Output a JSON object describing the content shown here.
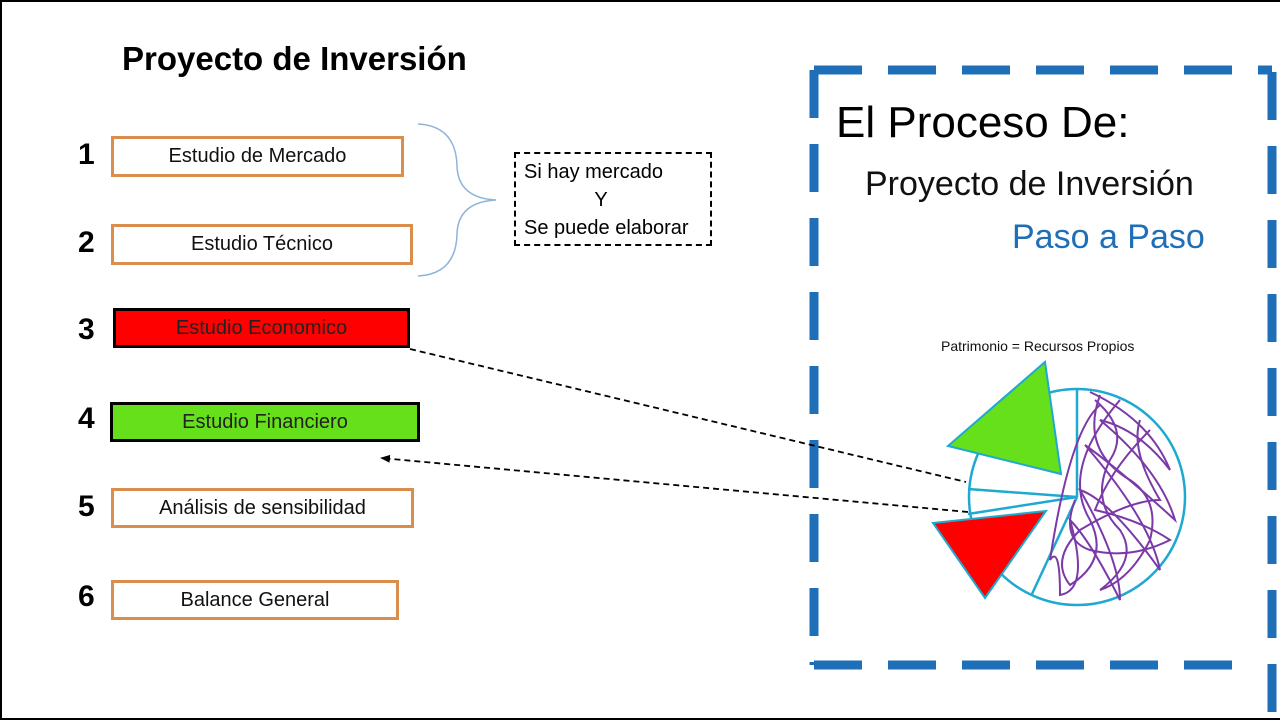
{
  "left": {
    "title": "Proyecto de Inversión",
    "steps": [
      {
        "number": "1",
        "label": "Estudio de Mercado"
      },
      {
        "number": "2",
        "label": "Estudio Técnico"
      },
      {
        "number": "3",
        "label": "Estudio Economico"
      },
      {
        "number": "4",
        "label": "Estudio Financiero"
      },
      {
        "number": "5",
        "label": "Análisis de sensibilidad"
      },
      {
        "number": "6",
        "label": "Balance General"
      }
    ],
    "note": {
      "line1": "Si hay mercado",
      "line2": "Y",
      "line3": "Se puede elaborar"
    }
  },
  "right": {
    "title": "El Proceso De:",
    "subtitle": "Proyecto de Inversión",
    "accent": "Paso a  Paso",
    "pie_label": "Patrimonio = Recursos Propios"
  },
  "colors": {
    "box_border": "#D98E4E",
    "red": "#FF0000",
    "green": "#66E01A",
    "frame_blue": "#1F6FB8",
    "pie_outline": "#1FA9D1",
    "scribble": "#7B3AA8"
  }
}
